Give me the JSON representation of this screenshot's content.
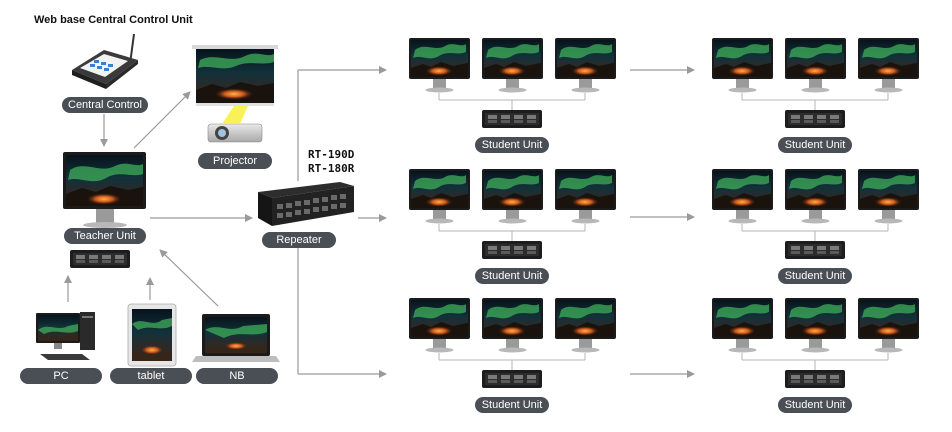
{
  "header": {
    "title": "Web base Central Control Unit"
  },
  "model": {
    "line1": "RT-190D",
    "line2": "RT-180R"
  },
  "labels": {
    "central_control": "Central Control",
    "projector": "Projector",
    "teacher_unit": "Teacher Unit",
    "repeater": "Repeater",
    "pc": "PC",
    "tablet": "tablet",
    "nb": "NB",
    "student_unit": "Student Unit"
  },
  "colors": {
    "label_bg": "#4a4f55",
    "label_text": "#ffffff",
    "arrow": "#9a9a9a",
    "connector": "#b5b5b5",
    "screen_sky": "#0a1a24",
    "aurora": "#3fae5a",
    "glow": "#d5752a"
  },
  "groups": [
    {
      "row": 1,
      "col": 1,
      "monitors": 3,
      "label": "Student Unit"
    },
    {
      "row": 1,
      "col": 2,
      "monitors": 3,
      "label": "Student Unit"
    },
    {
      "row": 2,
      "col": 1,
      "monitors": 3,
      "label": "Student Unit"
    },
    {
      "row": 2,
      "col": 2,
      "monitors": 3,
      "label": "Student Unit"
    },
    {
      "row": 3,
      "col": 1,
      "monitors": 3,
      "label": "Student Unit"
    },
    {
      "row": 3,
      "col": 2,
      "monitors": 3,
      "label": "Student Unit"
    }
  ]
}
